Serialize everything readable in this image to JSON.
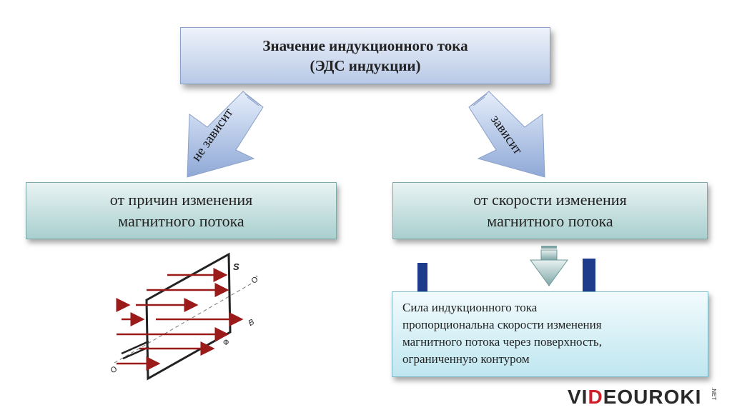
{
  "title_line1": "Значение индукционного тока",
  "title_line2": "(ЭДС индукции)",
  "arrow_left_label": "не зависит",
  "arrow_right_label": "зависит",
  "left_box_line1": "от причин изменения",
  "left_box_line2": "магнитного потока",
  "right_box_line1": "от скорости изменения",
  "right_box_line2": "магнитного потока",
  "info_lines": [
    "Сила индукционного тока",
    "пропорциональна скорости изменения",
    "магнитного потока через поверхность,",
    "ограниченную контуром"
  ],
  "figure_labels": {
    "s": "S",
    "o_prime": "O'",
    "b": "B",
    "phi": "Ф",
    "o": "O"
  },
  "logo_prefix": "VI",
  "logo_d": "D",
  "logo_suffix": "EOUROKI",
  "logo_net": ".NET",
  "colors": {
    "field_arrow": "#9b1a1a",
    "magnet": "#1e3a8a",
    "accent_red": "#d01f2a"
  }
}
